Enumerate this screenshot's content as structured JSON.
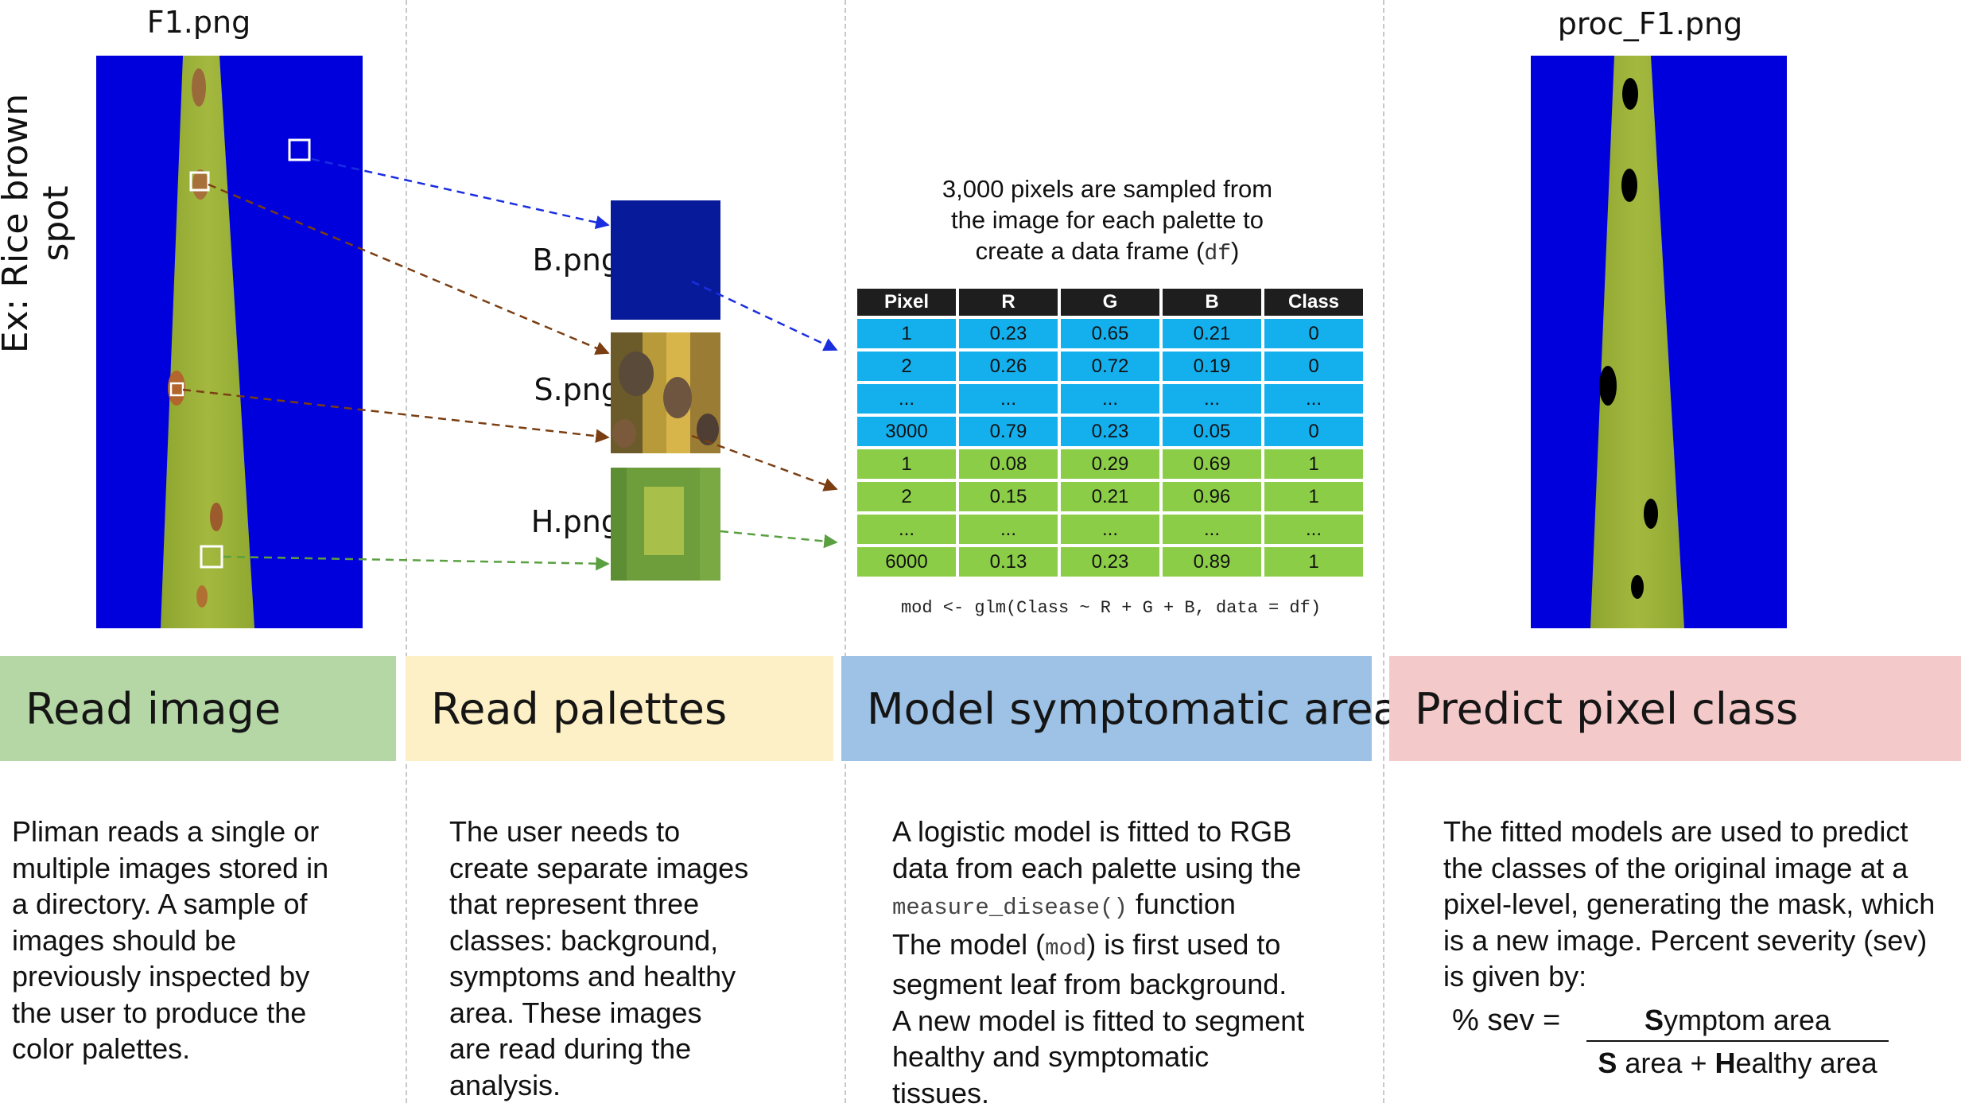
{
  "example_label": "Ex: Rice brown spot",
  "files": {
    "input": "F1.png",
    "background": "B.png",
    "symptom": "S.png",
    "healthy": "H.png",
    "output": "proc_F1.png"
  },
  "sampling_caption": {
    "line1": "3,000 pixels are sampled from",
    "line2": "the image for each palette to",
    "line3_prefix": "create a data frame (",
    "line3_code": "df",
    "line3_suffix": ")"
  },
  "table": {
    "headers": [
      "Pixel",
      "R",
      "G",
      "B",
      "Class"
    ],
    "rows": [
      [
        "1",
        "0.23",
        "0.65",
        "0.21",
        "0"
      ],
      [
        "2",
        "0.26",
        "0.72",
        "0.19",
        "0"
      ],
      [
        "...",
        "...",
        "...",
        "...",
        "..."
      ],
      [
        "3000",
        "0.79",
        "0.23",
        "0.05",
        "0"
      ],
      [
        "1",
        "0.08",
        "0.29",
        "0.69",
        "1"
      ],
      [
        "2",
        "0.15",
        "0.21",
        "0.96",
        "1"
      ],
      [
        "...",
        "...",
        "...",
        "...",
        "..."
      ],
      [
        "6000",
        "0.13",
        "0.23",
        "0.89",
        "1"
      ]
    ]
  },
  "model_formula": "mod <- glm(Class ~ R + G + B, data = df)",
  "steps": [
    {
      "title": "Read image",
      "color": "#b5d7a6"
    },
    {
      "title": "Read palettes",
      "color": "#fdf0c6"
    },
    {
      "title": "Model symptomatic area",
      "color": "#9dc2e6"
    },
    {
      "title": "Predict pixel class",
      "color": "#f3c9c9"
    }
  ],
  "descriptions": {
    "read_image": [
      "Pliman reads a single or",
      "multiple images stored in",
      "a directory. A sample of",
      "images should be",
      "previously inspected by",
      "the user to produce the",
      "color palettes."
    ],
    "read_palettes": [
      "The user needs to",
      "create separate images",
      "that represent three",
      "classes: background,",
      "symptoms and healthy",
      "area. These images",
      "are read during the",
      "analysis."
    ],
    "model": {
      "l1": "A logistic model is fitted to RGB",
      "l2": "data from each palette using the",
      "l3_code": "measure_disease()",
      "l3_text": " function",
      "l4_prefix": "The model (",
      "l4_code": "mod",
      "l4_suffix": ") is first used to",
      "l5": "segment leaf from background.",
      "l6": "A new model is fitted to segment",
      "l7": "healthy and symptomatic",
      "l8": "tissues."
    },
    "predict": [
      "The fitted models are used to predict",
      "the classes of the original image at a",
      "pixel-level, generating the mask, which",
      "is a new image. Percent severity (sev)",
      "is given by:"
    ]
  },
  "formula": {
    "lhs": "% sev =",
    "num_bold": "S",
    "num_rest": "ymptom area",
    "den_b1": "S",
    "den_mid": " area + ",
    "den_b2": "H",
    "den_rest": "ealthy area"
  },
  "colors": {
    "background_blue": "#0000dd",
    "leaf_green": "#9cb23a",
    "arrow_blue": "#1a2ee0",
    "arrow_brown": "#7a3e12",
    "arrow_green": "#5aa040"
  }
}
